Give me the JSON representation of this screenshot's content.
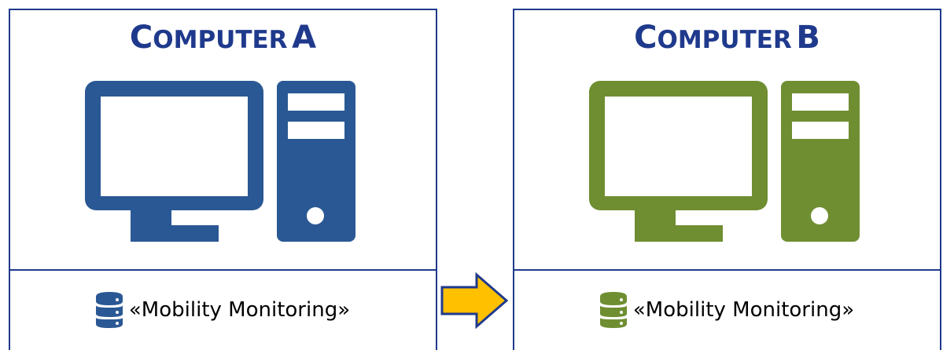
{
  "panels": [
    {
      "title_first": "C",
      "title_rest": "OMPUTER",
      "title_letter": "A",
      "color": "#2a5894",
      "footer_label": "«Mobility Monitoring»",
      "footer_icon": "database-icon"
    },
    {
      "title_first": "C",
      "title_rest": "OMPUTER",
      "title_letter": "B",
      "color": "#6f8e31",
      "footer_label": "«Mobility Monitoring»",
      "footer_icon": "database-icon"
    }
  ],
  "colors": {
    "border": "#1f3a8c",
    "title": "#1f3a8c",
    "arrow_fill": "#ffc000",
    "arrow_stroke": "#1f3a8c"
  },
  "arrow_icon": "right-arrow-icon",
  "computer_icon": "desktop-computer-icon"
}
